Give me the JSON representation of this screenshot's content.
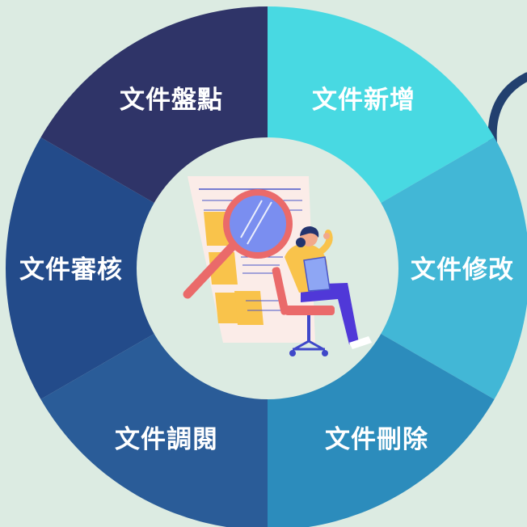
{
  "diagram": {
    "segments": [
      {
        "id": "add",
        "label": "文件新增",
        "color": "#48d9e2"
      },
      {
        "id": "modify",
        "label": "文件修改",
        "color": "#42b7d6"
      },
      {
        "id": "delete",
        "label": "文件刪除",
        "color": "#2c8cbc"
      },
      {
        "id": "browse",
        "label": "文件調閱",
        "color": "#2a5c98"
      },
      {
        "id": "review",
        "label": "文件審核",
        "color": "#234b8a"
      },
      {
        "id": "count",
        "label": "文件盤點",
        "color": "#2f3468"
      }
    ],
    "center": {
      "background": "#dcebe2",
      "illustration": "person-with-magnifier-and-document"
    },
    "accent_arc_color": "#22406f"
  }
}
